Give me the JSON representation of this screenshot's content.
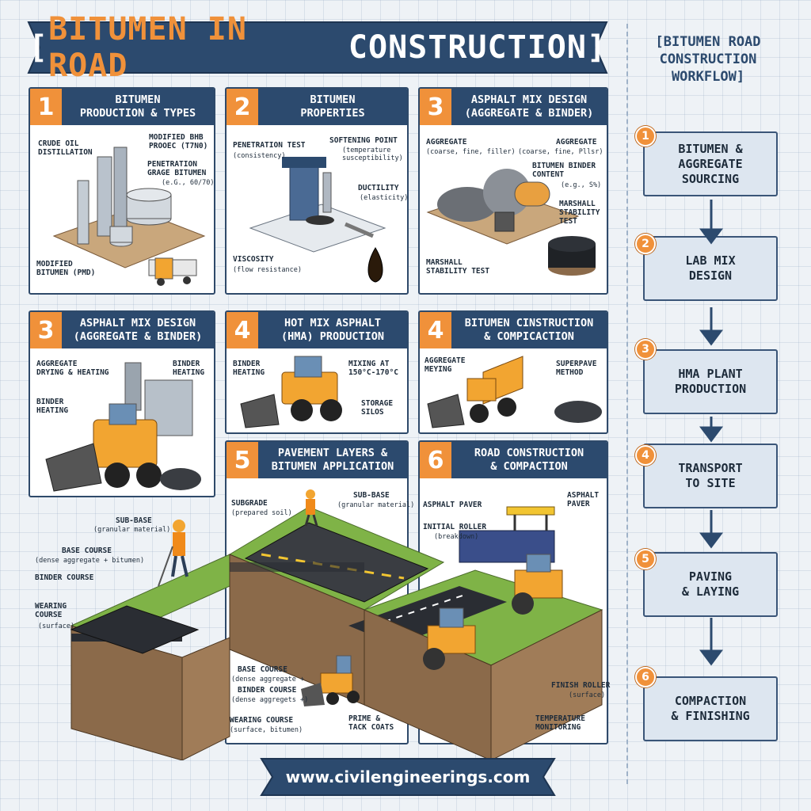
{
  "title": {
    "bracket_open": "[",
    "part1": "BITUMEN IN ROAD",
    "part2": "CONSTRUCTION",
    "bracket_close": "]"
  },
  "workflow": {
    "title": "[BITUMEN ROAD\nCONSTRUCTION\nWORKFLOW]",
    "steps": [
      {
        "num": "1",
        "label": "BITUMEN &\nAGGREGATE\nSOURCING"
      },
      {
        "num": "2",
        "label": "LAB MIX\nDESIGN"
      },
      {
        "num": "3",
        "label": "HMA PLANT\nPRODUCTION"
      },
      {
        "num": "4",
        "label": "TRANSPORT\nTO SITE"
      },
      {
        "num": "5",
        "label": "PAVING\n& LAYING"
      },
      {
        "num": "6",
        "label": "COMPACTION\n& FINISHING"
      }
    ]
  },
  "panels": {
    "p1": {
      "num": "1",
      "title": "BITUMEN\nPRODUCTION & TYPES",
      "labels": {
        "crude": "CRUDE OIL\nDISTILLATION",
        "modified_bhb": "MODIFIED BHB\nPROOEC (T7N0)",
        "penetration": "PENETRATION\nGRAGE BITUMEN",
        "penetration_sub": "(e.G., 60/70)",
        "pmd": "MODIFIED\nBITUMEN (PMD)"
      }
    },
    "p2": {
      "num": "2",
      "title": "BITUMEN\nPROPERTIES",
      "labels": {
        "pen_test": "PENETRATION TEST",
        "pen_test_sub": "(consistency)",
        "softening": "SOFTENING POINT",
        "softening_sub": "(temperature\nsusceptibility)",
        "ductility": "DUCTILITY",
        "ductility_sub": "(elasticity)",
        "viscosity": "VISCOSITY",
        "viscosity_sub": "(flow resistance)"
      }
    },
    "p3a": {
      "num": "3",
      "title": "ASPHALT MIX DESIGN\n(AGGREGATE & BINDER)",
      "labels": {
        "agg_left": "AGGREGATE",
        "agg_left_sub": "(coarse, fine, filler)",
        "agg_right": "AGGREGATE",
        "agg_right_sub": "(coarse, fine, Pllsr)",
        "binder_content": "BITUMEN BINDER\nCONTENT",
        "binder_content_sub": "(e.g., S%)",
        "marshall_right": "MARSHALL\nSTABILITY\nTEST",
        "marshall_left": "MARSHALL\nSTABILITY TEST"
      }
    },
    "p3b": {
      "num": "3",
      "title": "ASPHALT MIX DESIGN\n(AGGREGATE & BINDER)",
      "labels": {
        "agg_drying": "AGGREGATE\nDRYING & HEATING",
        "binder_heating_r": "BINDER\nHEATING",
        "binder_heating_l": "BINDER\nHEATING"
      }
    },
    "p4a": {
      "num": "4",
      "title": "HOT MIX ASPHALT\n(HMA) PRODUCTION",
      "labels": {
        "binder_heating": "BINDER\nHEATING",
        "mixing": "MIXING AT\n150°C-170°C",
        "storage": "STORAGE\nSILOS"
      }
    },
    "p4b": {
      "num": "4",
      "title": "BITUMEN CINSTRUCTION\n& COMPICACTION",
      "labels": {
        "agg_meying": "AGGREGATE\nMEYING",
        "superpave": "SUPERPAVE\nMETHOD"
      }
    },
    "p5": {
      "num": "5",
      "title": "PAVEMENT LAYERS &\nBITUMEN APPLICATION",
      "labels": {
        "subgrade": "SUBGRADE",
        "subgrade_sub": "(prepared soil)",
        "subbase_top": "SUB-BASE",
        "subbase_top_sub": "(granular material)",
        "subbase_left": "SUB-BASE",
        "subbase_left_sub": "(granular material)",
        "base_course": "BASE COURSE",
        "base_course_sub": "(dense aggregate + bitumen)",
        "binder_course": "BINDER COURSE",
        "wearing": "WEARING\nCOURSE",
        "wearing_sub": "(surface)",
        "base_course_b": "BASE COURSE",
        "base_course_b_sub": "(dense aggregate +",
        "binder_course_b": "BINDER COURSE",
        "binder_course_b_sub": "(dense aggregets +)",
        "wearing_b": "WEARING COURSE",
        "wearing_b_sub": "(surface, bitumen)",
        "prime": "PRIME &\nTACK COATS"
      }
    },
    "p6": {
      "num": "6",
      "title": "ROAD CONSTRUCTION\n& COMPACTION",
      "labels": {
        "paver_l": "ASPHALT PAVER",
        "paver_r": "ASPHALT\nPAVER",
        "initial_roller": "INITIAL ROLLER",
        "initial_roller_sub": "(breakdown)",
        "finish_roller": "FINISH ROLLER",
        "finish_roller_sub": "(surface)",
        "temp": "TEMPERATURE\nMONITORING"
      }
    }
  },
  "footer": {
    "url": "www.civilengineerings.com"
  },
  "colors": {
    "navy": "#2c4a6e",
    "orange": "#f0913a",
    "machine_yellow": "#f2a531",
    "asphalt": "#2a2d33",
    "grass": "#7fb347",
    "soil": "#8b6a4a"
  }
}
